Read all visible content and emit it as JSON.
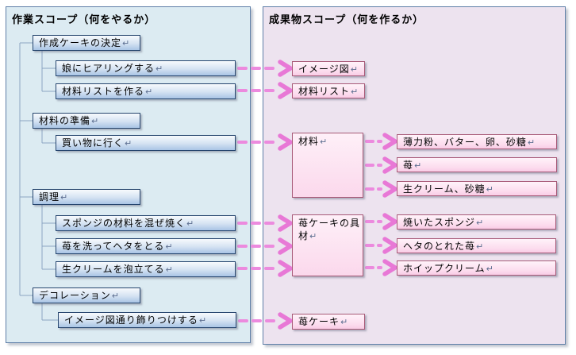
{
  "marks": {
    "return": "↵"
  },
  "colors": {
    "work_panel_bg": "#dcebf2",
    "deliverable_panel_bg": "#ede3ef",
    "panel_border": "#5f7fa8",
    "work_box_border": "#27466f",
    "work_box_fill": "#c5d9ef",
    "deliverable_box_border": "#a85a78",
    "deliverable_box_fill": "#fcdcee",
    "arrow": "#ec8ade",
    "tree_line": "#8ba4c2",
    "text": "#000000"
  },
  "work_scope": {
    "title": "作業スコープ（何をやるか）",
    "groups": [
      {
        "label": "作成ケーキの決定",
        "children": [
          "娘にヒアリングする",
          "材料リストを作る"
        ]
      },
      {
        "label": "材料の準備",
        "children": [
          "買い物に行く"
        ]
      },
      {
        "label": "調理",
        "children": [
          "スポンジの材料を混ぜ焼く",
          "苺を洗ってヘタをとる",
          "生クリームを泡立てる"
        ]
      },
      {
        "label": "デコレーション",
        "children": [
          "イメージ図通り飾りつけする"
        ]
      }
    ]
  },
  "deliverable_scope": {
    "title": "成果物スコープ（何を作るか）",
    "items": {
      "image_figure": "イメージ図",
      "material_list": "材料リスト",
      "materials": "材料",
      "ingredients": [
        "薄力粉、バター、卵、砂糖",
        "苺",
        "生クリーム、砂糖"
      ],
      "cake_parts": "苺ケーキの具材",
      "parts": [
        "焼いたスポンジ",
        "ヘタのとれた苺",
        "ホイップクリーム"
      ],
      "cake": "苺ケーキ"
    }
  },
  "connections": [
    {
      "from": "娘にヒアリングする",
      "to": "イメージ図"
    },
    {
      "from": "材料リストを作る",
      "to": "材料リスト"
    },
    {
      "from": "買い物に行く",
      "to": "材料"
    },
    {
      "from": "材料",
      "to": "薄力粉、バター、卵、砂糖"
    },
    {
      "from": "材料",
      "to": "苺"
    },
    {
      "from": "材料",
      "to": "生クリーム、砂糖"
    },
    {
      "from": "スポンジの材料を混ぜ焼く",
      "to": "苺ケーキの具材"
    },
    {
      "from": "苺を洗ってヘタをとる",
      "to": "苺ケーキの具材"
    },
    {
      "from": "生クリームを泡立てる",
      "to": "苺ケーキの具材"
    },
    {
      "from": "苺ケーキの具材",
      "to": "焼いたスポンジ"
    },
    {
      "from": "苺ケーキの具材",
      "to": "ヘタのとれた苺"
    },
    {
      "from": "苺ケーキの具材",
      "to": "ホイップクリーム"
    },
    {
      "from": "イメージ図通り飾りつけする",
      "to": "苺ケーキ"
    }
  ]
}
